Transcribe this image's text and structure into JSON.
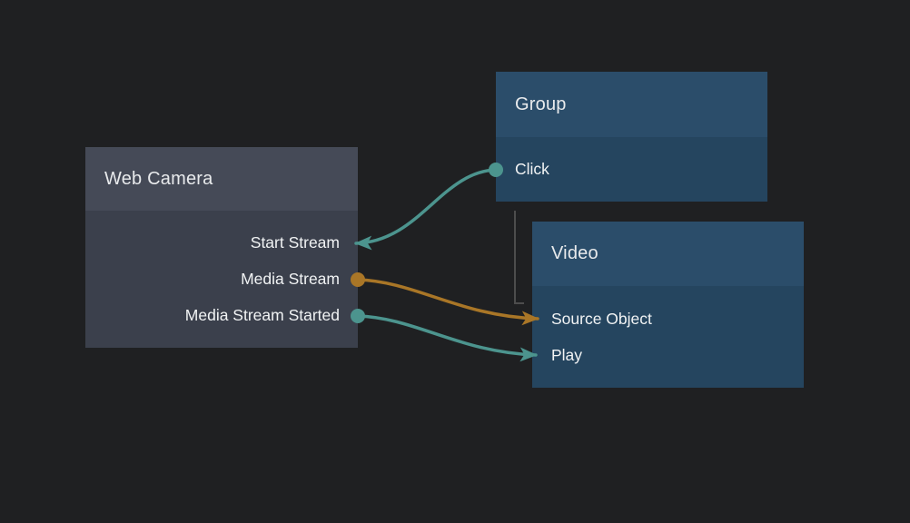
{
  "editor": {
    "background_color": "#1f2022"
  },
  "colors": {
    "teal": "#4c948e",
    "orange": "#a97627",
    "group_link_gray": "#4d4d4d",
    "node_gray_header": "#454a57",
    "node_gray_body": "#3b404c",
    "node_blue_header": "#2b4d6a",
    "node_blue_body": "#25455f"
  },
  "nodes": [
    {
      "title": "Web Camera",
      "header_color": "#454a57",
      "body_color": "#3b404c",
      "ports": [
        {
          "label": "Start Stream",
          "side": "right",
          "endpoint": "arrow-in",
          "color": "#4c948e"
        },
        {
          "label": "Media Stream",
          "side": "right",
          "endpoint": "dot-out",
          "color": "#a97627"
        },
        {
          "label": "Media Stream Started",
          "side": "right",
          "endpoint": "dot-out",
          "color": "#4c948e"
        }
      ]
    },
    {
      "title": "Group",
      "header_color": "#2b4d6a",
      "body_color": "#25455f",
      "ports": [
        {
          "label": "Click",
          "side": "left",
          "endpoint": "dot-out",
          "color": "#4c948e"
        }
      ]
    },
    {
      "title": "Video",
      "header_color": "#2b4d6a",
      "body_color": "#25455f",
      "ports": [
        {
          "label": "Source Object",
          "side": "left",
          "endpoint": "arrow-in",
          "color": "#a97627"
        },
        {
          "label": "Play",
          "side": "left",
          "endpoint": "arrow-in",
          "color": "#4c948e"
        }
      ]
    }
  ],
  "connections": [
    {
      "from": "Group / Click",
      "to": "Web Camera / Start Stream",
      "color": "#4c948e"
    },
    {
      "from": "Web Camera / Media Stream",
      "to": "Video / Source Object",
      "color": "#a97627"
    },
    {
      "from": "Web Camera / Media Stream Started",
      "to": "Video / Play",
      "color": "#4c948e"
    },
    {
      "from": "Group",
      "to": "Video",
      "color": "#4d4d4d",
      "style": "elbow"
    }
  ]
}
